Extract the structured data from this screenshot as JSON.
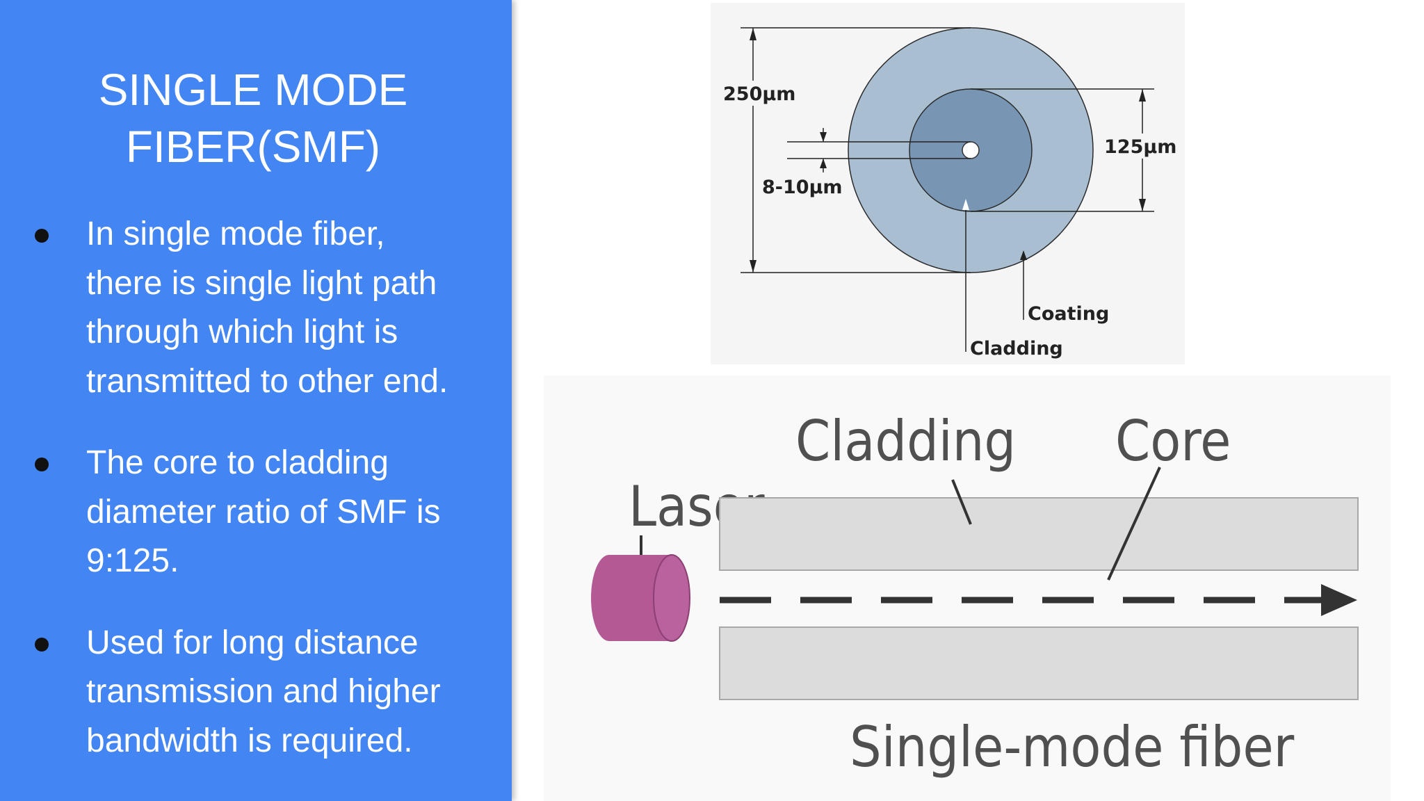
{
  "slide": {
    "title_lines": [
      "SINGLE MODE",
      "FIBER(SMF)"
    ],
    "bullets": [
      {
        "lines": [
          "In single mode fiber,",
          "there is single light path",
          "through which light is",
          "transmitted to other end."
        ]
      },
      {
        "lines": [
          "The core to cladding",
          "diameter ratio of SMF is",
          "9:125."
        ]
      },
      {
        "lines": [
          "Used for long distance",
          "transmission and higher",
          "bandwidth is required."
        ]
      }
    ]
  },
  "cross_section": {
    "coating_dim": "250µm",
    "cladding_dim": "125µm",
    "core_dim": "8-10µm",
    "coating_label": "Coating",
    "cladding_label": "Cladding"
  },
  "fiber_side": {
    "laser_label": "Laser",
    "cladding_label": "Cladding",
    "core_label": "Core",
    "caption": "Single-mode fiber"
  },
  "colors": {
    "panel": "#4385f3",
    "coating": "#a9bfd1",
    "cladding": "#7896b4",
    "laser": "#b35a95",
    "fiber_wall": "#dcdcdc"
  }
}
